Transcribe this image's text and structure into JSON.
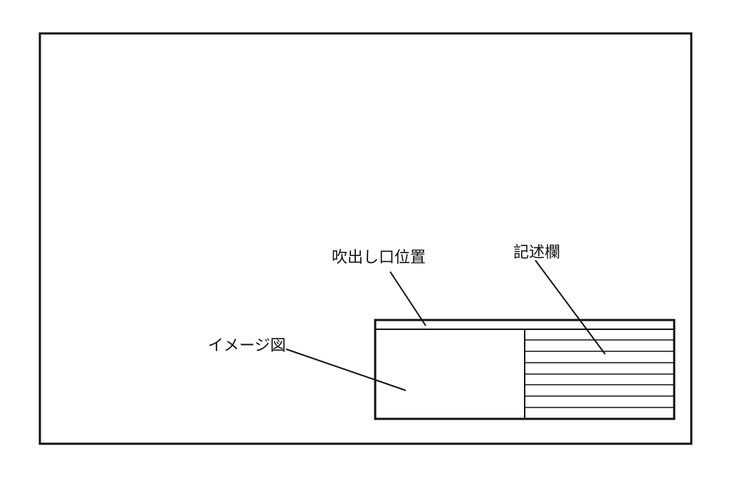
{
  "labels": {
    "speech_bubble_position": "吹出し口位置",
    "description_field": "記述欄",
    "image_figure": "イメージ図"
  },
  "colors": {
    "line": "#111111",
    "background": "#ffffff"
  }
}
